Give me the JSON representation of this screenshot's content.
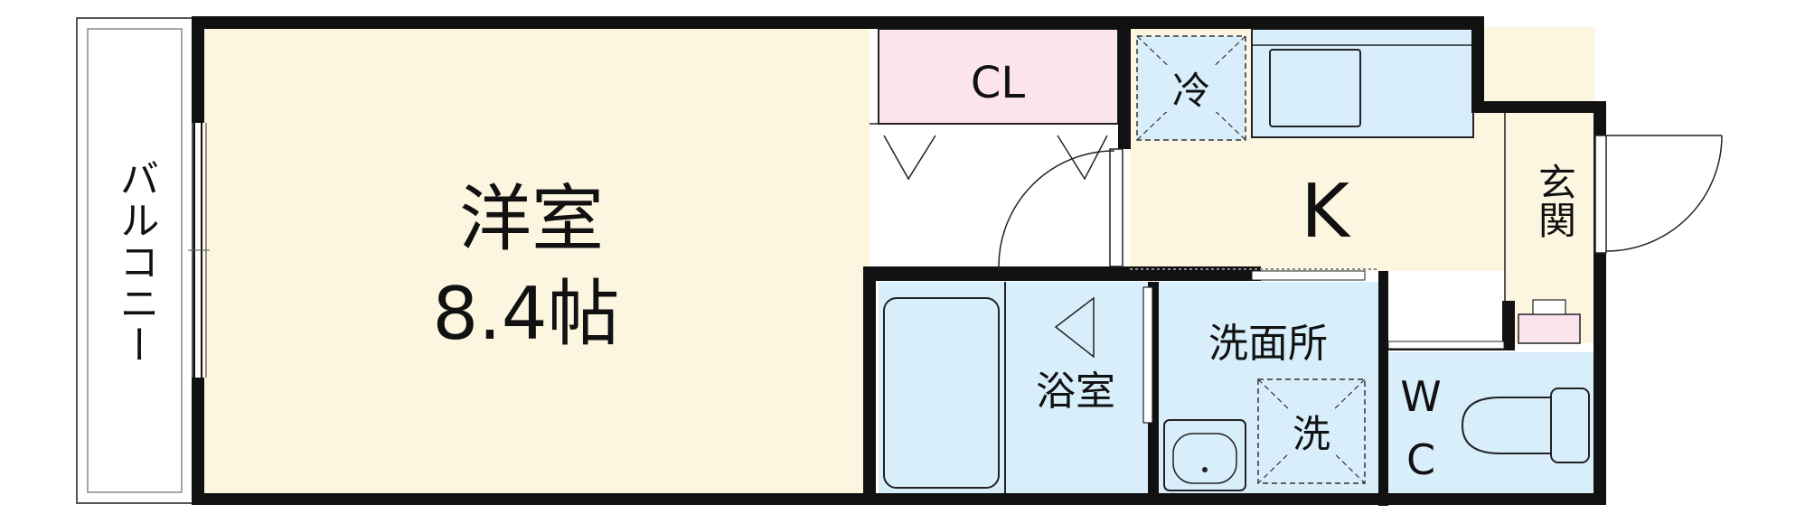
{
  "labels": {
    "balcony": "バルコニー",
    "western_room": "洋室",
    "western_room_size": "8.4帖",
    "closet": "CL",
    "fridge": "冷",
    "kitchen": "K",
    "entrance": "玄関",
    "bathroom": "浴室",
    "washroom": "洗面所",
    "washer": "洗",
    "toilet_w": "W",
    "toilet_c": "C"
  },
  "colors": {
    "wall": "#111111",
    "floor_main": "#fcf5e0",
    "wet_area": "#d8eefb",
    "closet": "#fce4ee",
    "shoe_box": "#fce4ee",
    "balcony": "#ffffff"
  }
}
